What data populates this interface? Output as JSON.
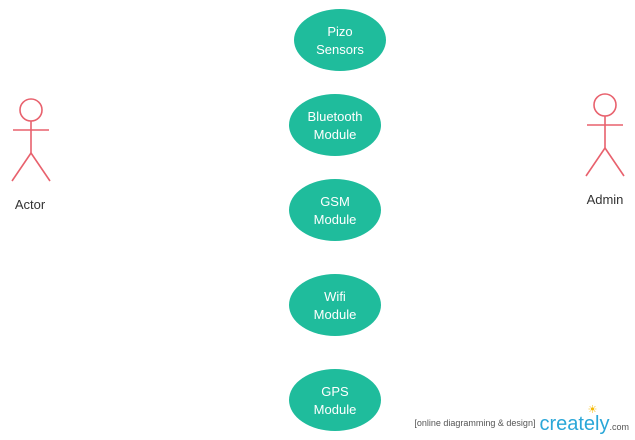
{
  "use_cases": [
    {
      "line1": "Pizo",
      "line2": "Sensors"
    },
    {
      "line1": "Bluetooth",
      "line2": "Module"
    },
    {
      "line1": "GSM",
      "line2": "Module"
    },
    {
      "line1": "Wifi",
      "line2": "Module"
    },
    {
      "line1": "GPS",
      "line2": "Module"
    }
  ],
  "actors": {
    "left": {
      "label": "Actor"
    },
    "right": {
      "label": "Admin"
    }
  },
  "watermark": {
    "tagline": "[online diagramming & design]",
    "logo": "creately",
    "domain": ".com"
  },
  "colors": {
    "usecase_fill": "#1fbc9c",
    "actor_stroke": "#e8616d",
    "watermark_brand": "#2aa7d8",
    "watermark_sun": "#f5b800"
  }
}
